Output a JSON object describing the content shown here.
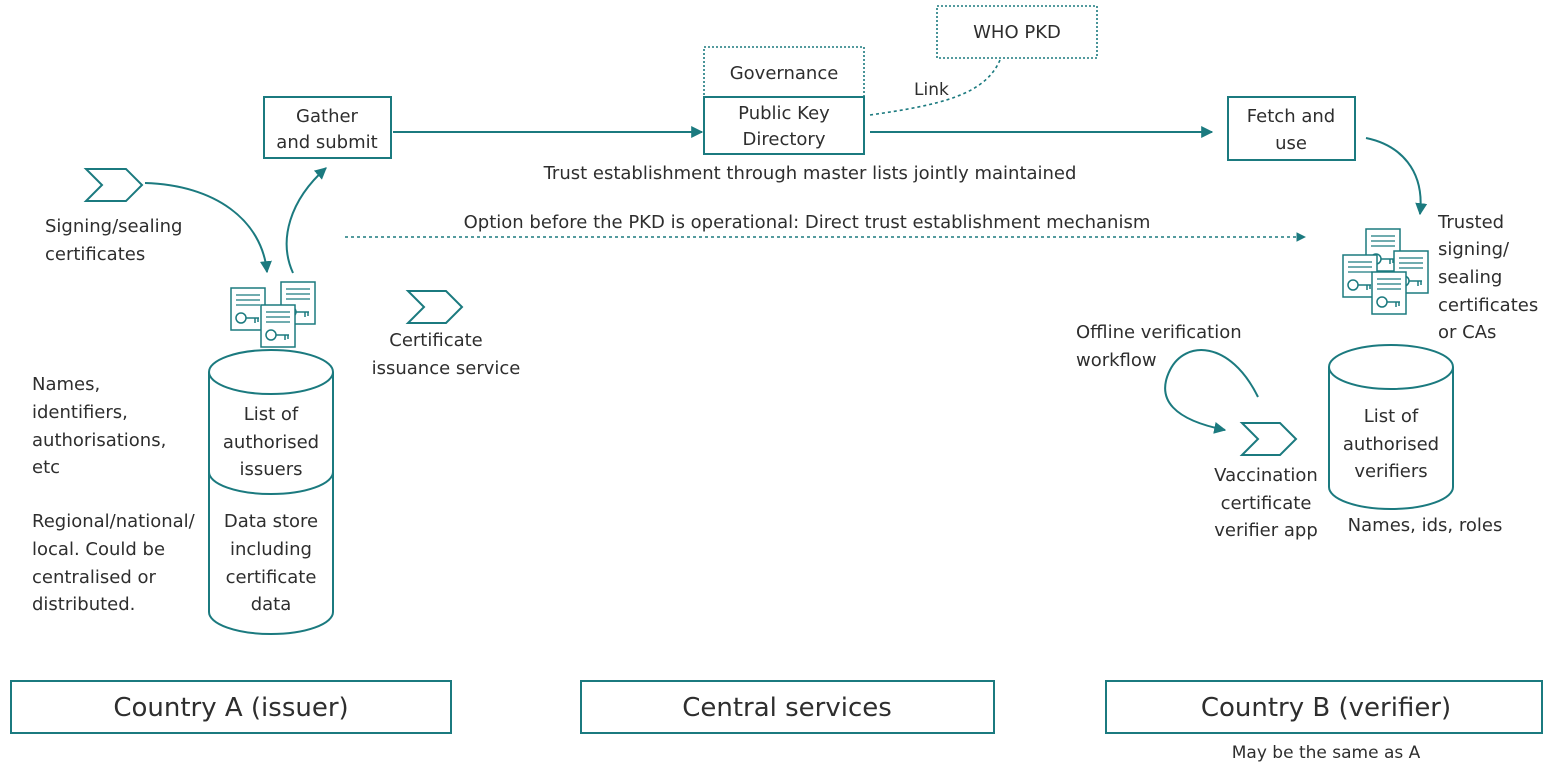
{
  "colors": {
    "accent": "#1b7a7f",
    "text": "#2e2e2e",
    "background": "#ffffff"
  },
  "central": {
    "governance": "Governance",
    "pkd_line1": "Public Key",
    "pkd_line2": "Directory",
    "who_pkd": "WHO PKD",
    "link": "Link",
    "trust_text": "Trust establishment through master lists jointly maintained",
    "option_text": "Option before the PKD is operational: Direct trust establishment mechanism"
  },
  "country_a": {
    "gather_line1": "Gather",
    "gather_line2": "and submit",
    "signing_line1": "Signing/sealing",
    "signing_line2": "certificates",
    "cert_service_line1": "Certificate",
    "cert_service_line2": "issuance service",
    "names_lines": [
      "Names,",
      "identifiers,",
      "authorisations,",
      "etc"
    ],
    "regional_lines": [
      "Regional/national/",
      "local. Could be",
      "centralised or",
      "distributed."
    ],
    "issuers_lines": [
      "List of",
      "authorised",
      "issuers"
    ],
    "datastore_lines": [
      "Data store",
      "including",
      "certificate",
      "data"
    ]
  },
  "country_b": {
    "fetch_line1": "Fetch and",
    "fetch_line2": "use",
    "trusted_lines": [
      "Trusted",
      "signing/",
      "sealing",
      "certificates",
      "or CAs"
    ],
    "offline_line1": "Offline verification",
    "offline_line2": "workflow",
    "app_lines": [
      "Vaccination",
      "certificate",
      "verifier app"
    ],
    "verifiers_lines": [
      "List of",
      "authorised",
      "verifiers"
    ],
    "names_ids": "Names, ids, roles"
  },
  "footer": {
    "country_a": "Country A (issuer)",
    "central": "Central services",
    "country_b": "Country B (verifier)",
    "same_as_a": "May be the same as A"
  },
  "icons": [
    "chevron-icon",
    "certificate-stack-icon",
    "database-icon"
  ]
}
